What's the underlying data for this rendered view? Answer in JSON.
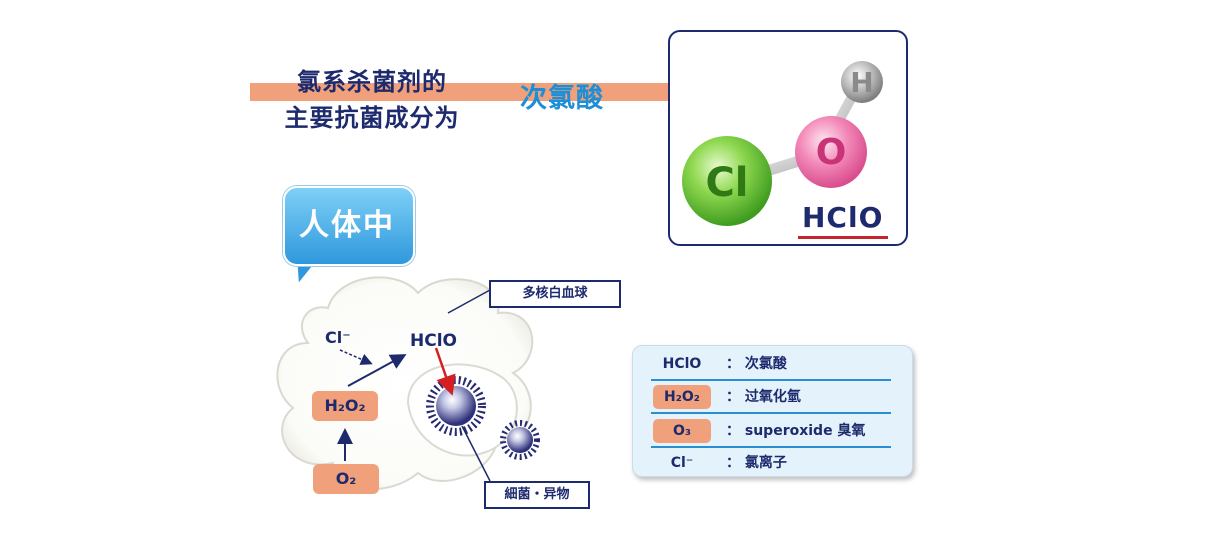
{
  "headline": {
    "line1": "氯系杀菌剂的",
    "line2": "主要抗菌成分为",
    "highlight": "次氯酸"
  },
  "molecule": {
    "atom_cl": "Cl",
    "atom_o": "O",
    "atom_h": "H",
    "formula": "HClO"
  },
  "bubble": {
    "text": "人体中"
  },
  "cell_diagram": {
    "neutrophil_label": "多核白血球",
    "bacteria_label": "細菌・异物",
    "cl_ion": "Cl⁻",
    "hclo": "HClO",
    "h2o2": "H₂O₂",
    "o2": "O₂"
  },
  "legend": {
    "rows": [
      {
        "key": "HClO",
        "value": "： 次氯酸",
        "pill": false
      },
      {
        "key": "H₂O₂",
        "value": "： 过氧化氫",
        "pill": true
      },
      {
        "key": "O₃",
        "value": "： superoxide 臭氧",
        "pill": true
      },
      {
        "key": "Cl⁻",
        "value": "： 氯离子",
        "pill": false
      }
    ]
  },
  "colors": {
    "navy": "#1d2a6e",
    "salmon": "#f0a07a",
    "accent_blue": "#1e8fd6",
    "cl_green": "#6cc93a",
    "o_pink": "#ee6aa7",
    "h_gray": "#9a9a9a",
    "red": "#c2252d"
  }
}
